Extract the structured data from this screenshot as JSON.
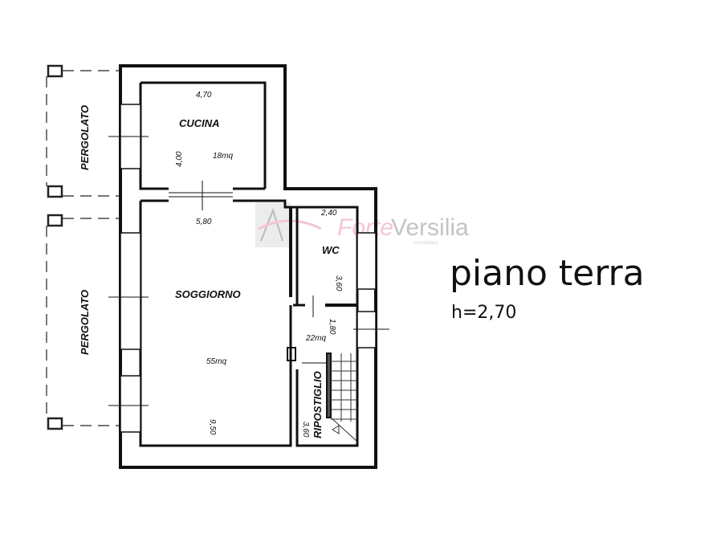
{
  "title": "piano terra",
  "height_label": "h=2,70",
  "rooms": {
    "cucina": {
      "name": "CUCINA",
      "area": "18mq",
      "width": "4,70",
      "depth": "4,00"
    },
    "soggiorno": {
      "name": "SOGGIORNO",
      "area": "55mq",
      "width": "5,80",
      "depth": "9,50"
    },
    "wc": {
      "name": "WC",
      "width": "2,40",
      "depth": "3,60"
    },
    "disimpegno": {
      "area": "22mq",
      "depth": "1,80"
    },
    "ripostiglio": {
      "name": "RIPOSTIGLIO",
      "depth": "3,60"
    },
    "pergolato_top": {
      "name": "PERGOLATO"
    },
    "pergolato_bottom": {
      "name": "PERGOLATO"
    }
  },
  "watermark": {
    "brand_a": "Forte",
    "brand_b": "Versilia",
    "tagline": "immobiliare",
    "colors": {
      "pink": "#f2b8c6",
      "grey": "#b5b5b5"
    }
  }
}
